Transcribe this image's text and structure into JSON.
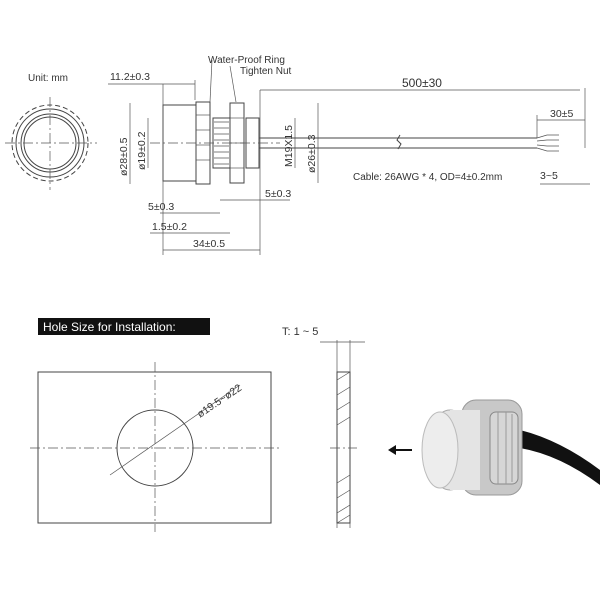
{
  "unit_label": "Unit: mm",
  "callouts": {
    "ring": "Water-Proof Ring",
    "nut": "Tighten Nut"
  },
  "dimensions": {
    "head_length": "11.2±0.3",
    "outer_diameter": "ø28±0.5",
    "inner_diameter": "ø19±0.2",
    "thread": "M19X1.5",
    "nut_diameter": "ø26±0.3",
    "nut_width": "5±0.3",
    "thread_gap": "5±0.3",
    "ring_thickness": "1.5±0.2",
    "total_length": "34±0.5",
    "cable_length": "500±30",
    "strip_length": "30±5",
    "tip_length": "3~5"
  },
  "cable_spec": "Cable: 26AWG * 4, OD=4±0.2mm",
  "hole_section": {
    "title": "Hole Size for Installation:",
    "thickness": "T: 1 ~ 5",
    "hole_diameter": "ø19.5~ø22"
  }
}
